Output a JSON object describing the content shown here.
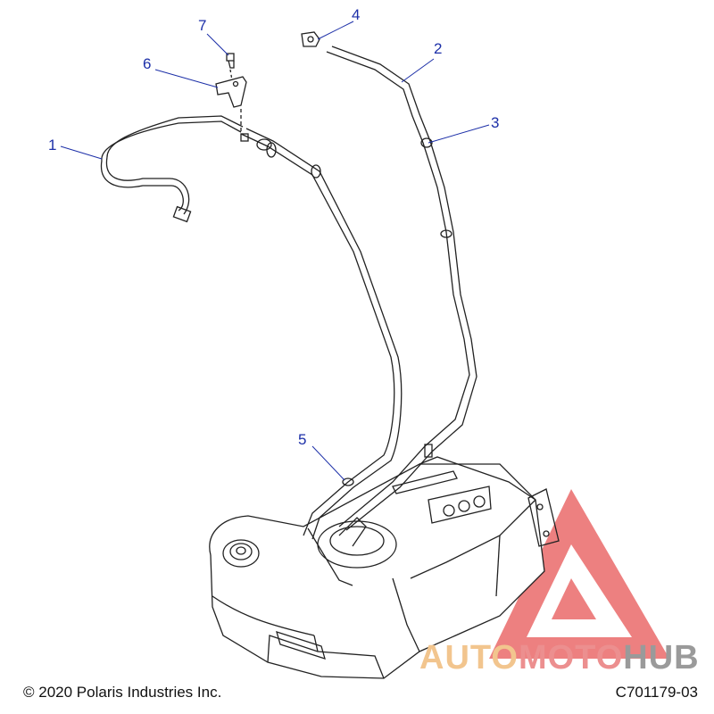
{
  "callouts": [
    {
      "n": "1"
    },
    {
      "n": "2"
    },
    {
      "n": "3"
    },
    {
      "n": "4"
    },
    {
      "n": "5"
    },
    {
      "n": "6"
    },
    {
      "n": "7"
    }
  ],
  "footer": {
    "copyright": "© 2020 Polaris Industries Inc.",
    "part_code": "C701179-03"
  },
  "watermark": {
    "part1": "AUTO",
    "part2": "MOTO",
    "part3": "HUB",
    "colors": {
      "auto": "#f2c58e",
      "moto": "#ec8f8f",
      "hub": "#9a9a9a",
      "triangle": "#e35b5b"
    }
  },
  "colors": {
    "callout": "#1c2fa8",
    "line": "#222222"
  }
}
